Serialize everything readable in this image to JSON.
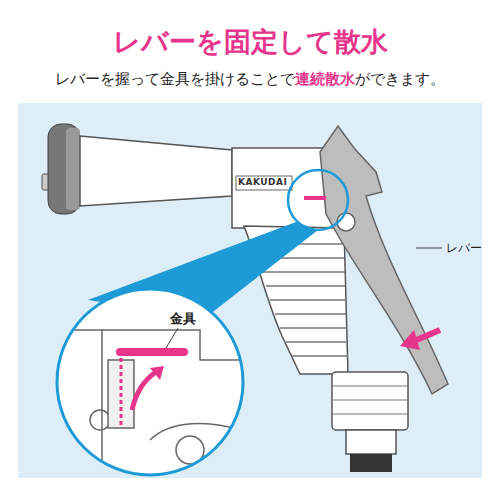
{
  "diagram": {
    "title": "レバーを固定して散水",
    "labels": [
      "レバーを握って金具を掛けることで",
      "連続散水",
      "ができます。",
      "KAKUDAI",
      "レバー",
      "金具"
    ]
  }
}
